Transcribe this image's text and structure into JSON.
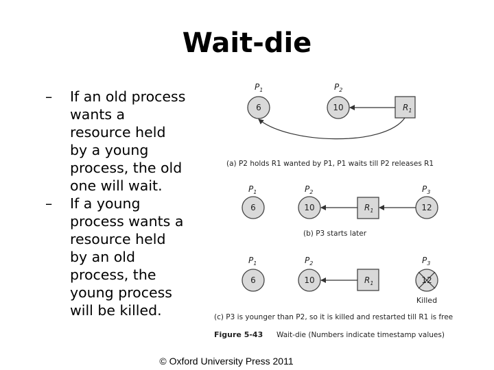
{
  "slide": {
    "title": "Wait-die",
    "bullets": [
      "If an old process wants a resource held by a young process, the old one will wait.",
      "If a young process wants a resource held by an old process, the young process will be killed."
    ],
    "bullet_lines": [
      [
        "If an old process",
        "wants a",
        "resource held",
        "by a young",
        "process, the old",
        "one will wait."
      ],
      [
        "If a young",
        "process wants a",
        "resource held",
        "by an old",
        "process, the",
        "young process",
        "will be killed."
      ]
    ],
    "bullet_marker": "–",
    "footer": "© Oxford University Press 2011"
  },
  "figure": {
    "panel_a": {
      "p1_label": "P",
      "p1_sub": "1",
      "p1_ts": "6",
      "p2_label": "P",
      "p2_sub": "2",
      "p2_ts": "10",
      "r_label": "R",
      "r_sub": "1",
      "caption": "(a) P2 holds R1 wanted by P1, P1 waits till P2 releases R1"
    },
    "panel_b": {
      "p1_ts": "6",
      "p2_ts": "10",
      "p3_ts": "12",
      "p3_label": "P",
      "p3_sub": "3",
      "caption": "(b) P3 starts later"
    },
    "panel_c": {
      "p1_ts": "6",
      "p2_ts": "10",
      "p3_ts": "12",
      "killed": "Killed",
      "caption": "(c) P3 is younger than P2, so it is killed and restarted till R1 is free"
    },
    "figure_label": "Figure 5-43",
    "figure_caption": "Wait-die (Numbers indicate timestamp values)"
  }
}
